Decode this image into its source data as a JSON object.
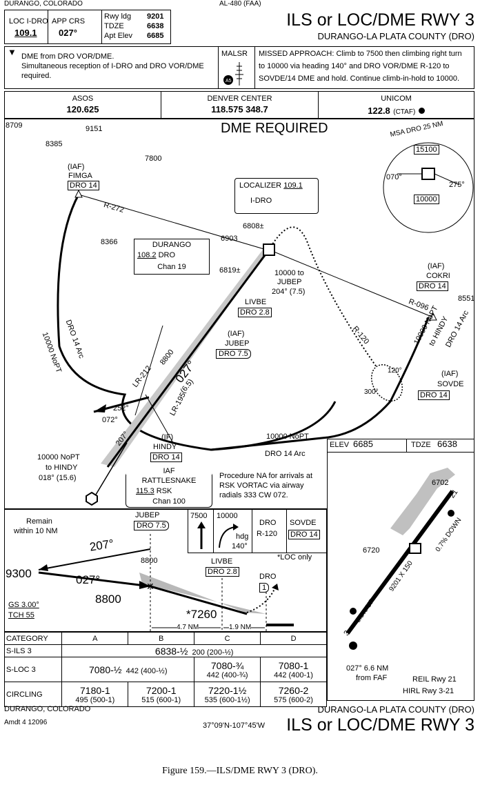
{
  "header": {
    "city_state": "DURANGO, COLORADO",
    "proc_id": "AL-480 (FAA)",
    "loc_label": "LOC  I-DRO",
    "loc_freq": "109.1",
    "app_crs_label": "APP CRS",
    "app_crs": "027°",
    "rwy_ldg_label": "Rwy ldg",
    "rwy_ldg": "9201",
    "tdze_label": "TDZE",
    "tdze": "6638",
    "apt_elev_label": "Apt Elev",
    "apt_elev": "6685",
    "title": "ILS or LOC/DME RWY 3",
    "airport": "DURANGO-LA PLATA COUNTY (DRO)"
  },
  "notes": {
    "flag": "▼",
    "note1": "DME from DRO VOR/DME.",
    "note2": "Simultaneous reception of I-DRO and DRO VOR/DME",
    "note3": "required.",
    "lighting": "MALSR",
    "missed1": "MISSED APPROACH: Climb to 7500 then climbing right turn",
    "missed2": "to 10000 via heading 140° and DRO VOR/DME R-120 to",
    "missed3": "SOVDE/14 DME and hold. Continue climb-in-hold to 10000."
  },
  "comms": {
    "asos_label": "ASOS",
    "asos_freq": "120.625",
    "center_label": "DENVER CENTER",
    "center_freq": "118.575  348.7",
    "unicom_label": "UNICOM",
    "unicom_freq": "122.8",
    "unicom_ctaf": "(CTAF)"
  },
  "plan": {
    "dme_required": "DME REQUIRED",
    "msa": "MSA  DRO  25 NM",
    "msa_n": "15100",
    "msa_s": "10000",
    "msa_070": "070°",
    "msa_275": "275°",
    "elev_8709": "8709",
    "elev_9151": "9151",
    "elev_8385": "8385",
    "elev_7800": "7800",
    "elev_8366": "8366",
    "elev_6903": "6903",
    "elev_6808": "6808±",
    "elev_6819": "6819±",
    "elev_8551": "8551",
    "fimga_iaf": "(IAF)",
    "fimga_name": "FIMGA",
    "fimga_dme": "DRO 14",
    "r272": "R-272",
    "loc_box_title": "LOCALIZER",
    "loc_box_freq": "109.1",
    "loc_box_id": "I-DRO",
    "durango_name": "DURANGO",
    "durango_freq": "108.2",
    "durango_id": "DRO",
    "durango_chan": "Chan 19",
    "to_jubep1": "10000 to",
    "to_jubep2": "JUBEP",
    "to_jubep3": "204° (7.5)",
    "livbe_name": "LIVBE",
    "livbe_dme": "DRO 2.8",
    "jubep_iaf": "(IAF)",
    "jubep_name": "JUBEP",
    "jubep_dme": "DRO 7.5",
    "cokri_iaf": "(IAF)",
    "cokri_name": "COKRI",
    "cokri_dme": "DRO 14",
    "r096": "R-096",
    "r120": "R-120",
    "sovde_iaf": "(IAF)",
    "sovde_name": "SOVDE",
    "sovde_dme": "DRO 14",
    "hold_120": "120°",
    "hold_300": "300°",
    "arc_left1": "10000 NoPT",
    "arc_left2": "DRO 14 Arc",
    "arc_right1": "10000 NoPT",
    "arc_right2": "to HINDY",
    "arc_right3": "DRO 14 Arc",
    "arc_bottom1": "10000 NoPT",
    "arc_bottom2": "DRO 14 Arc",
    "lr212": "LR-212",
    "lr195": "LR-195",
    "alt_8800": "8800",
    "crs_027": "027°",
    "dist_65": "(6.5)",
    "hold_252": "252°",
    "hold_072": "072°",
    "crs_207": "207°",
    "hindy_if": "(IF)",
    "hindy_name": "HINDY",
    "hindy_dme": "DRO 14",
    "to_hindy1": "10000 NoPT",
    "to_hindy2": "to HINDY",
    "to_hindy3": "018°  (15.6)",
    "rsk_iaf": "IAF",
    "rsk_name": "RATTLESNAKE",
    "rsk_freq": "115.3",
    "rsk_id": "RSK",
    "rsk_chan": "Chan 100",
    "proc_na1": "Procedure NA for arrivals at",
    "proc_na2": "RSK VORTAC via airway",
    "proc_na3": "radials 333 CW 072."
  },
  "airport_diagram": {
    "elev_label": "ELEV",
    "elev": "6685",
    "tdze_label": "TDZE",
    "tdze": "6638",
    "obs_6702": "6702",
    "obs_6720": "6720",
    "rwy_21": "21",
    "rwy_3": "3",
    "slope_down": "0.7% DOWN",
    "slope_up": "0.8% UP",
    "rwy_dims": "9201 X 150",
    "faf1": "027° 6.6 NM",
    "faf2": "from FAF",
    "reil": "REIL Rwy 21",
    "hirl": "HIRL Rwy 3-21"
  },
  "profile": {
    "remain1": "Remain",
    "remain2": "within 10 NM",
    "jubep_name": "JUBEP",
    "jubep_dme": "DRO 7.5",
    "alt_7500": "7500",
    "alt_10000": "10000",
    "hdg": "hdg",
    "hdg_val": "140°",
    "dro_r120a": "DRO",
    "dro_r120b": "R-120",
    "sovde_name": "SOVDE",
    "sovde_dme": "DRO 14",
    "crs_207": "207°",
    "alt_9300": "9300",
    "crs_027": "027°",
    "alt_8800_top": "8800",
    "alt_8800": "8800",
    "livbe_name": "LIVBE",
    "livbe_dme": "DRO 2.8",
    "loc_only": "*LOC only",
    "dro_name": "DRO",
    "dro_dme": "1",
    "gs": "GS 3.00°",
    "tch": "TCH 55",
    "alt_7260": "*7260",
    "dist_47": "4.7 NM",
    "dist_19": "1.9 NM"
  },
  "minimums": {
    "headers": [
      "CATEGORY",
      "A",
      "B",
      "C",
      "D"
    ],
    "sils_label": "S-ILS 3",
    "sils_main": "6838-½",
    "sils_sub": "200 (200-½)",
    "sloc_label": "S-LOC 3",
    "sloc_ab": "7080-½",
    "sloc_ab_sub": "442 (400-½)",
    "sloc_c": "7080-¾",
    "sloc_c_sub": "442 (400-¾)",
    "sloc_d": "7080-1",
    "sloc_d_sub": "442 (400-1)",
    "circ_label": "CIRCLING",
    "circ": [
      {
        "main": "7180-1",
        "sub": "495 (500-1)"
      },
      {
        "main": "7200-1",
        "sub": "515 (600-1)"
      },
      {
        "main": "7220-1½",
        "sub": "535 (600-1½)"
      },
      {
        "main": "7260-2",
        "sub": "575 (600-2)"
      }
    ]
  },
  "footer": {
    "city_state": "DURANGO, COLORADO",
    "amdt": "Amdt 4  12096",
    "coords": "37°09'N-107°45'W",
    "airport": "DURANGO-LA PLATA COUNTY (DRO)",
    "title": "ILS or LOC/DME RWY 3",
    "caption": "Figure 159.—ILS/DME RWY 3 (DRO)."
  },
  "colors": {
    "ink": "#000000",
    "shade": "#b8b8b8",
    "airport_gray": "#bfbfbf"
  }
}
